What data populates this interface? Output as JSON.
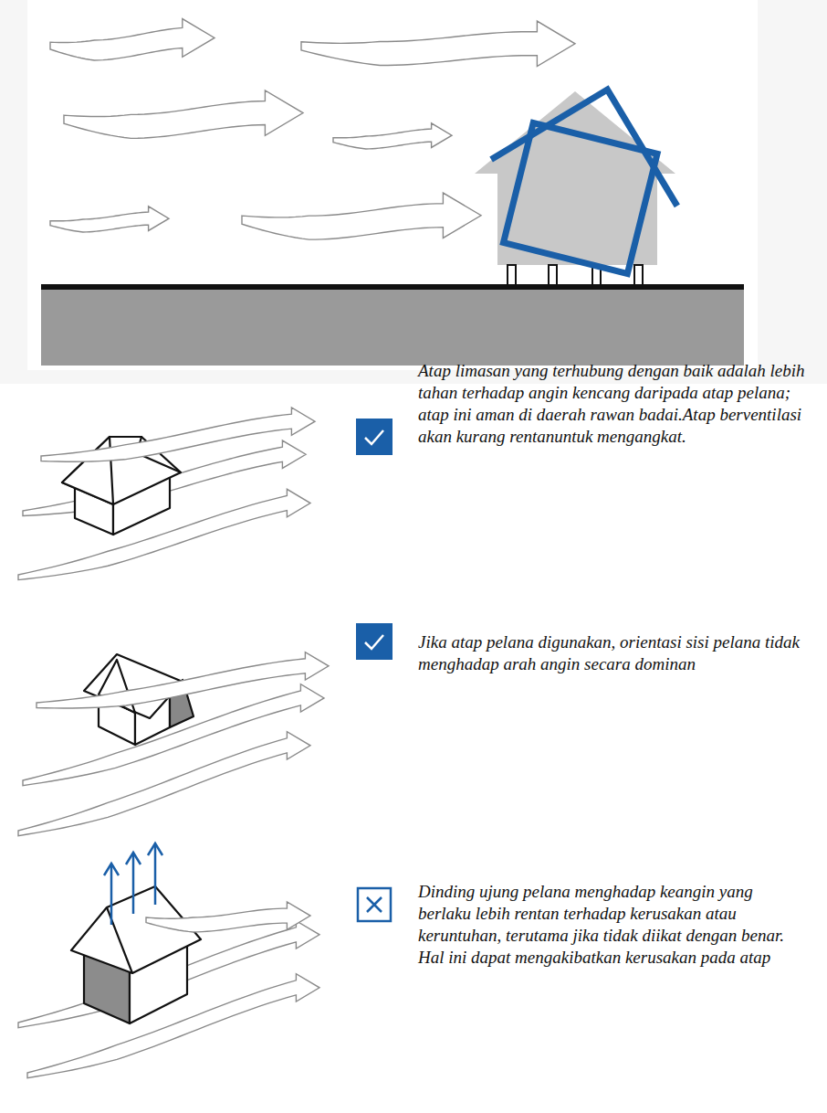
{
  "diagram": {
    "labels": [
      "Atap limasan yang terhubung dengan baik adalah lebih tahan terhadap angin kencang daripada atap pelana; atap ini aman di daerah rawan badai.Atap berventilasi akan kurang rentanuntuk mengangkat.",
      "Jika atap pelana digunakan, orientasi sisi pelana tidak menghadap arah angin secara dominan",
      "Dinding ujung pelana menghadap keangin yang berlaku lebih rentan terhadap kerusakan atau keruntuhan, terutama jika tidak diikat dengan benar. Hal ini dapat mengakibatkan kerusakan pada atap"
    ]
  }
}
